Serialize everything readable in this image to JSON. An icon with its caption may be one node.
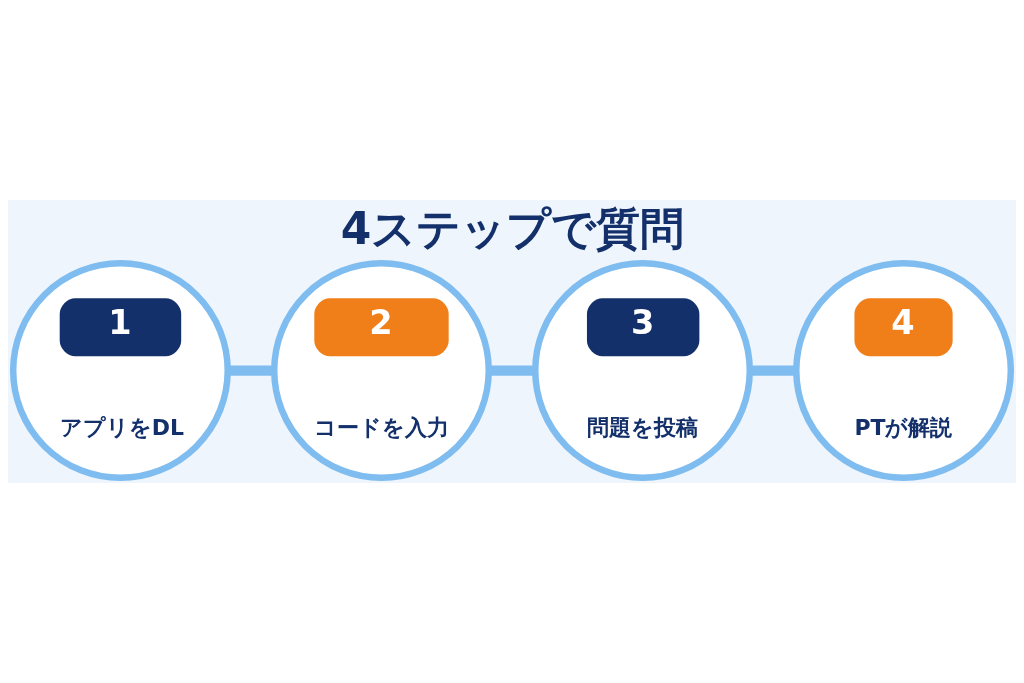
{
  "diagram": {
    "title": "4ステップで質問",
    "nodes": [
      {
        "text": [
          "1",
          "アプリをDL"
        ]
      },
      {
        "text": [
          "2",
          "コードを入力"
        ]
      },
      {
        "text": [
          "3",
          "問題を投稿"
        ]
      },
      {
        "text": [
          "4",
          "PTが解説"
        ]
      }
    ],
    "edges": [
      {
        "from": 0,
        "to": 1,
        "arrow": "none"
      },
      {
        "from": 1,
        "to": 2,
        "arrow": "none"
      },
      {
        "from": 2,
        "to": 3,
        "arrow": "none"
      }
    ]
  }
}
